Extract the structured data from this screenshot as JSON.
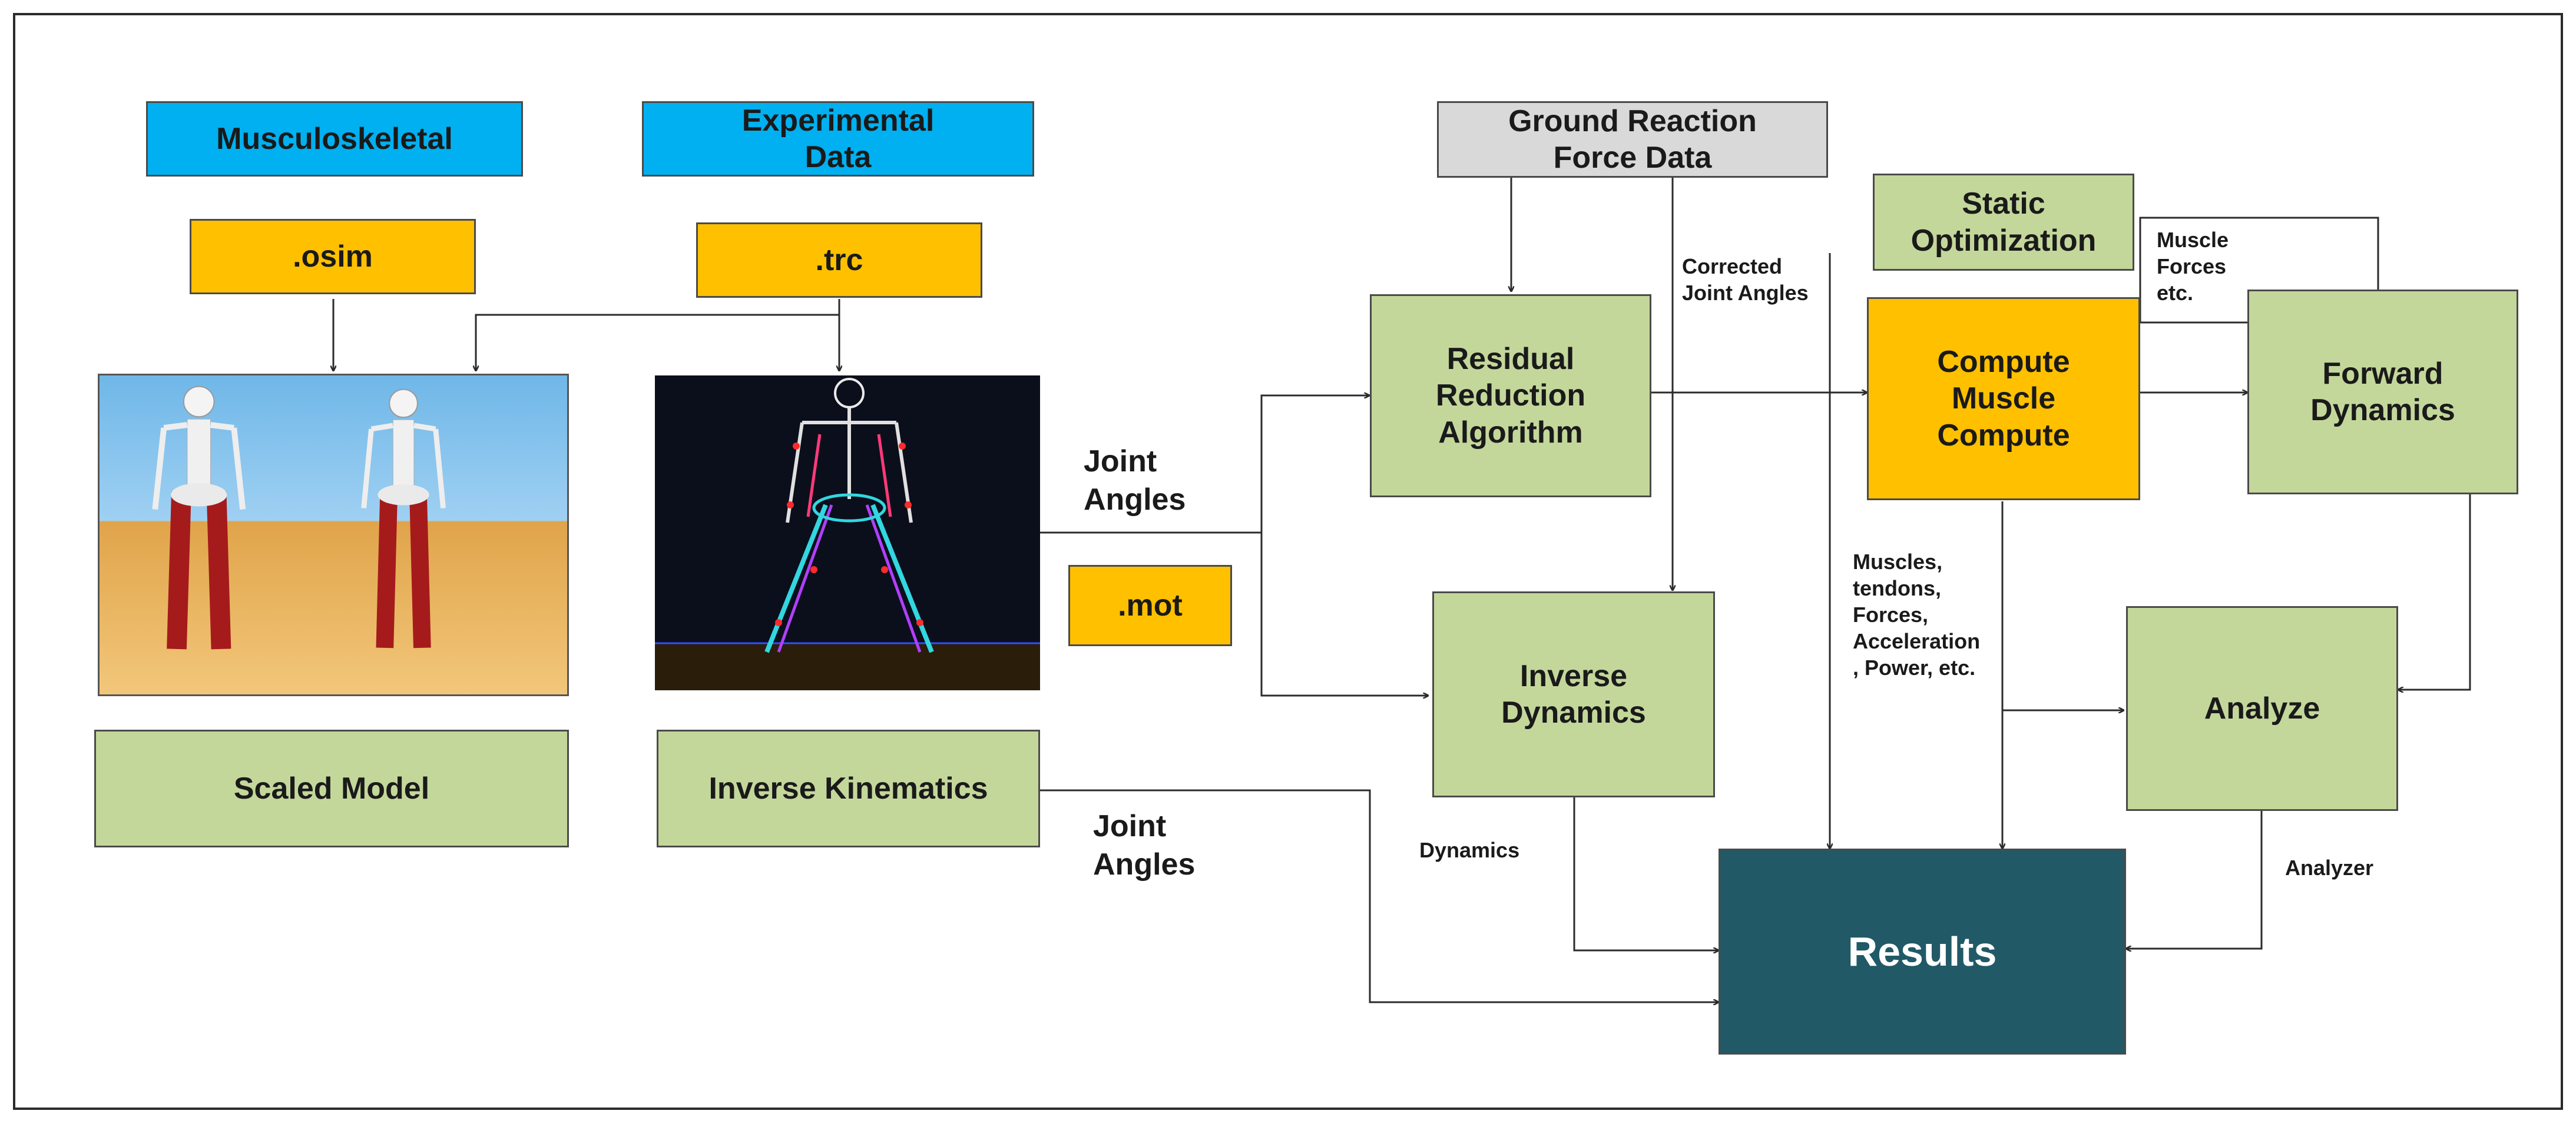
{
  "nodes": {
    "musculoskeletal": "Musculoskeletal",
    "experimental_data": "Experimental\nData",
    "osim": ".osim",
    "trc": ".trc",
    "mot": ".mot",
    "scaled_model": "Scaled Model",
    "inverse_kinematics": "Inverse Kinematics",
    "ground_reaction": "Ground Reaction\nForce Data",
    "rra": "Residual\nReduction\nAlgorithm",
    "static_opt": "Static\nOptimization",
    "compute_muscle": "Compute\nMuscle\nCompute",
    "forward_dynamics": "Forward\nDynamics",
    "inverse_dynamics": "Inverse\nDynamics",
    "analyze": "Analyze",
    "results": "Results"
  },
  "edge_labels": {
    "joint_angles_1": "Joint\nAngles",
    "joint_angles_2": "Joint\nAngles",
    "corrected_joint_angles": "Corrected\nJoint Angles",
    "muscle_forces": "Muscle\nForces\netc.",
    "muscles_list": "Muscles,\ntendons,\nForces,\nAcceleration\n, Power,  etc.",
    "dynamics": "Dynamics",
    "analyzer": "Analyzer"
  },
  "colors": {
    "input_blue": "#00b0f0",
    "file_orange": "#ffc000",
    "process_green": "#c4d79b",
    "ground_gray": "#d9d9d9",
    "results_teal": "#215967"
  }
}
